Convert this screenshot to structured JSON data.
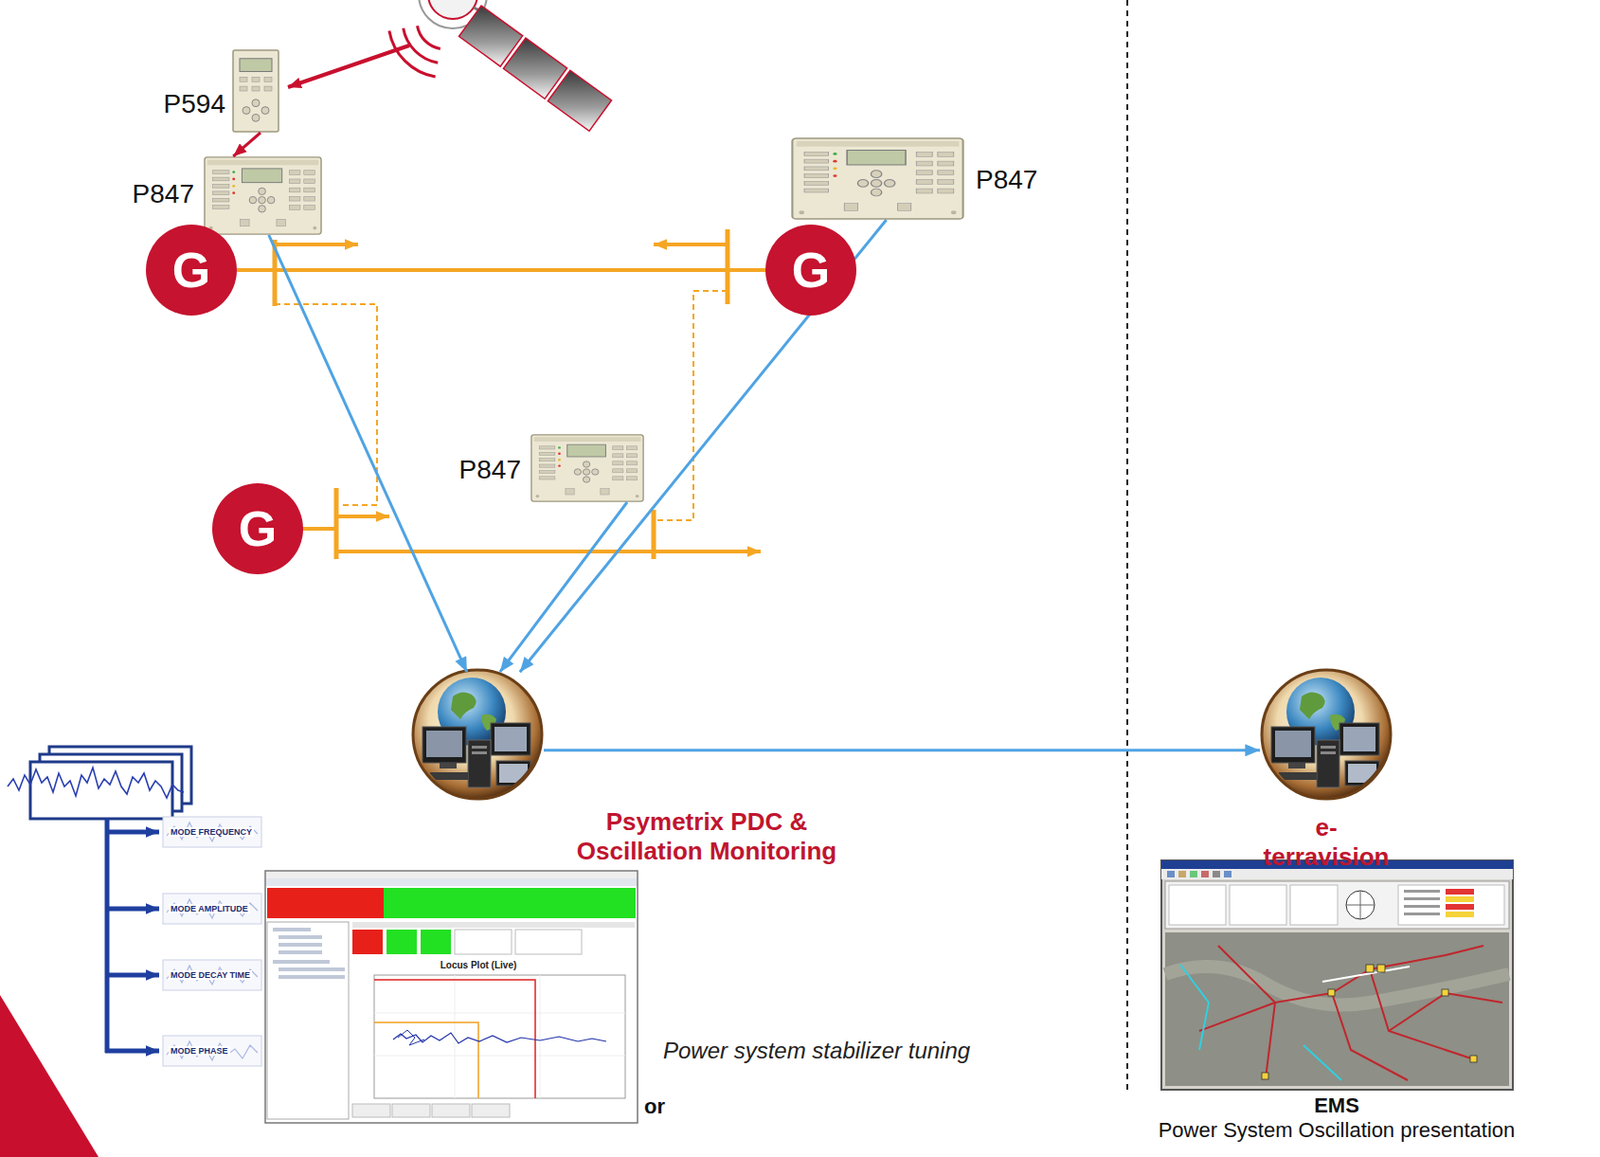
{
  "diagram": {
    "nodes": [
      {
        "text": [
          "P594"
        ]
      },
      {
        "text": [
          "P847"
        ]
      },
      {
        "text": [
          "P847"
        ]
      },
      {
        "text": [
          "G"
        ]
      },
      {
        "text": [
          "G"
        ]
      },
      {
        "text": [
          "P847"
        ]
      },
      {
        "text": [
          "G"
        ]
      },
      {
        "text": [
          "Psymetrix PDC & Oscillation Monitoring"
        ]
      },
      {
        "text": [
          "e-terravision"
        ]
      },
      {
        "text": [
          "EMS",
          "Power System Oscillation presentation"
        ]
      }
    ],
    "edges": [
      {
        "from": 0,
        "to": 1,
        "arrow": "to"
      },
      {
        "from": 3,
        "to": 4,
        "arrow": "none"
      },
      {
        "from": 1,
        "to": 7,
        "arrow": "to"
      },
      {
        "from": 2,
        "to": 7,
        "arrow": "to"
      },
      {
        "from": 5,
        "to": 7,
        "arrow": "to"
      },
      {
        "from": 7,
        "to": 8,
        "arrow": "to"
      }
    ],
    "labels": [
      "MODE FREQUENCY",
      "MODE AMPLITUDE",
      "MODE DECAY TIME",
      "MODE PHASE",
      "Locus Plot (Live)",
      "Power system stabilizer tuning",
      "or"
    ]
  }
}
